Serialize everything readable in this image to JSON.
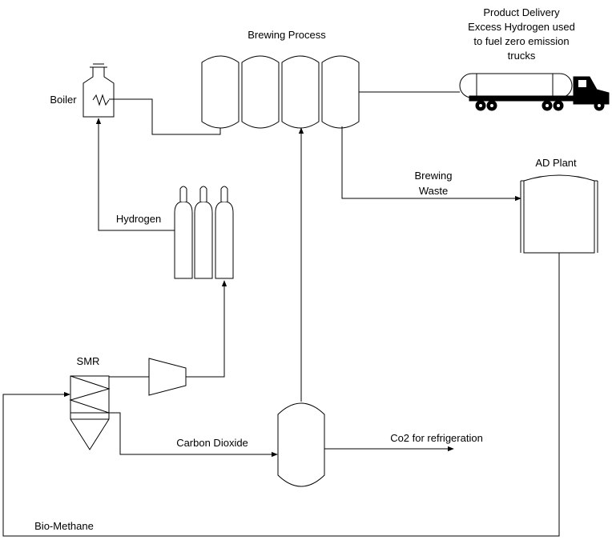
{
  "labels": {
    "brewing_process": "Brewing Process",
    "product_delivery": "Product Delivery",
    "excess_hydrogen_line1": "Excess Hydrogen used",
    "excess_hydrogen_line2": "to fuel zero emission",
    "excess_hydrogen_line3": "trucks",
    "boiler": "Boiler",
    "ad_plant": "AD Plant",
    "brewing_waste_line1": "Brewing",
    "brewing_waste_line2": "Waste",
    "hydrogen": "Hydrogen",
    "smr": "SMR",
    "carbon_dioxide": "Carbon Dioxide",
    "co2_refrigeration": "Co2 for refrigeration",
    "bio_methane": "Bio-Methane"
  },
  "colors": {
    "line": "#000000",
    "background": "#ffffff"
  }
}
